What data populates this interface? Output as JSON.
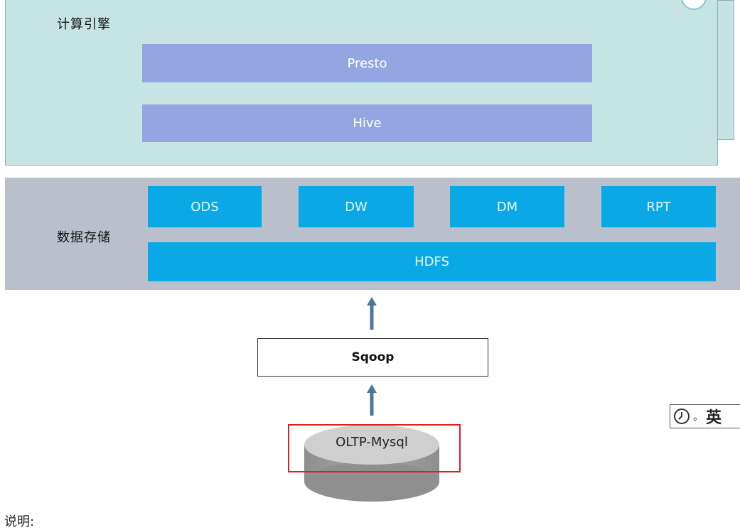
{
  "compute": {
    "label": "计算引擎",
    "engines": [
      "Presto",
      "Hive"
    ]
  },
  "storage": {
    "label": "数据存储",
    "layers": [
      "ODS",
      "DW",
      "DM",
      "RPT"
    ],
    "base": "HDFS"
  },
  "ingest": {
    "tool": "Sqoop"
  },
  "source": {
    "db": "OLTP-Mysql"
  },
  "ime": {
    "lang": "英",
    "dot": "。"
  },
  "caption": "说明:",
  "colors": {
    "compute_panel": "#c6e4e4",
    "engine_bar": "#93a6e1",
    "storage_panel": "#b9bfcb",
    "layer_box": "#0aa9e6",
    "arrow": "#4f7696",
    "highlight": "#e02020"
  }
}
